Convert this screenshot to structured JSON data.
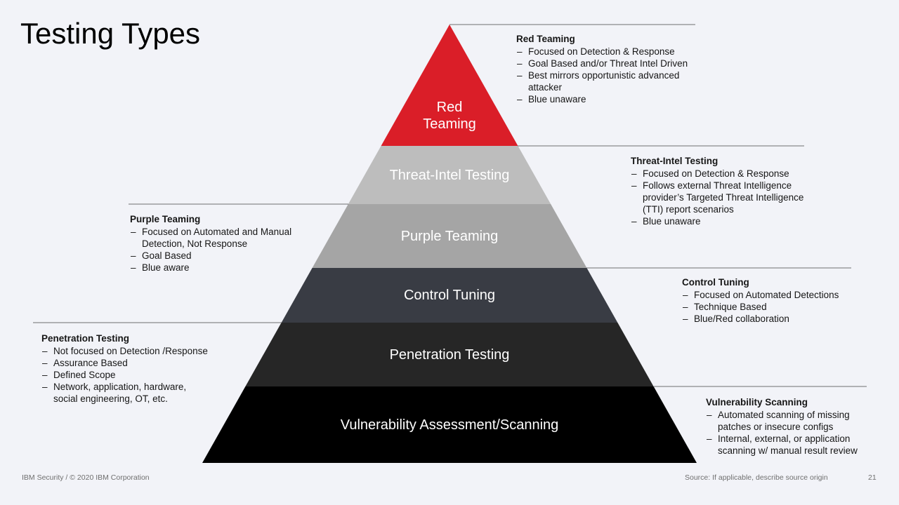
{
  "title": "Testing Types",
  "colors": {
    "red": "#da1e28",
    "threat": "#bdbdbd",
    "purple": "#a5a5a5",
    "control": "#393c44",
    "pen": "#262626",
    "vuln": "#000000",
    "background": "#f2f3f8"
  },
  "pyramid": [
    {
      "label": "Red\nTeaming"
    },
    {
      "label": "Threat-Intel Testing"
    },
    {
      "label": "Purple Teaming"
    },
    {
      "label": "Control Tuning"
    },
    {
      "label": "Penetration Testing"
    },
    {
      "label": "Vulnerability Assessment/Scanning"
    }
  ],
  "descriptions": [
    {
      "heading": "Red Teaming",
      "bullets": [
        "Focused on Detection & Response",
        "Goal Based and/or Threat Intel Driven",
        "Best mirrors opportunistic advanced attacker",
        "Blue unaware"
      ]
    },
    {
      "heading": "Threat-Intel Testing",
      "bullets": [
        "Focused on Detection & Response",
        "Follows external Threat Intelligence provider’s Targeted Threat Intelligence (TTI) report scenarios",
        "Blue unaware"
      ]
    },
    {
      "heading": "Purple Teaming",
      "bullets": [
        "Focused on Automated and Manual Detection, Not Response",
        "Goal Based",
        "Blue aware"
      ]
    },
    {
      "heading": "Control Tuning",
      "bullets": [
        "Focused on Automated Detections",
        "Technique Based",
        "Blue/Red collaboration"
      ]
    },
    {
      "heading": "Penetration Testing",
      "bullets": [
        "Not focused on Detection /Response",
        "Assurance Based",
        "Defined Scope",
        "Network, application, hardware, social engineering, OT, etc."
      ]
    },
    {
      "heading": "Vulnerability Scanning",
      "bullets": [
        "Automated scanning of missing patches or insecure configs",
        "Internal, external, or application scanning w/ manual result review"
      ]
    }
  ],
  "footer": {
    "left": "IBM Security / © 2020 IBM Corporation",
    "source": "Source: If applicable, describe source origin",
    "page": "21"
  }
}
